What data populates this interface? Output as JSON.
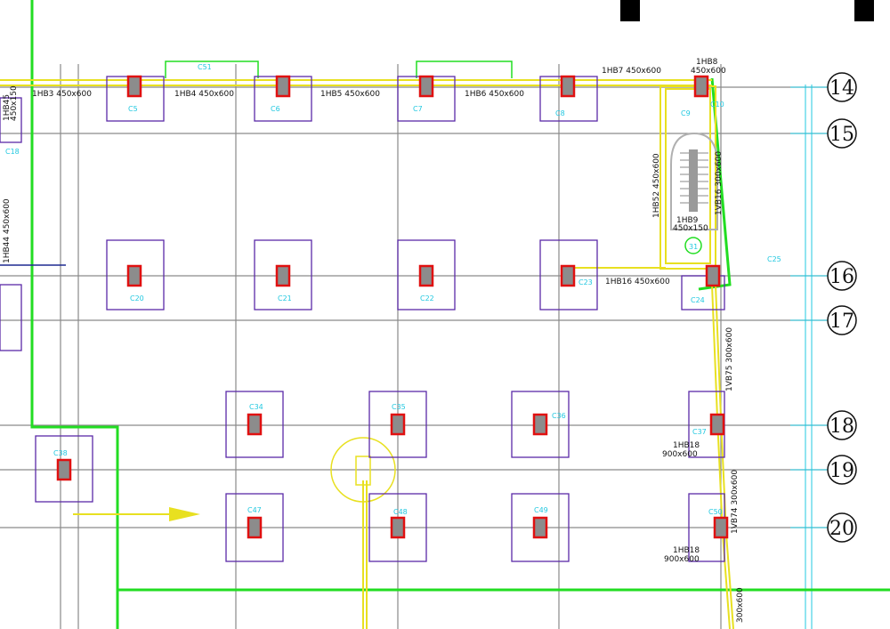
{
  "grid_labels": [
    "14",
    "15",
    "16",
    "17",
    "18",
    "19",
    "20"
  ],
  "columns": [
    {
      "label": "C5"
    },
    {
      "label": "C6"
    },
    {
      "label": "C7"
    },
    {
      "label": "C8"
    },
    {
      "label": "C9"
    },
    {
      "label": "C10"
    },
    {
      "label": "C18"
    },
    {
      "label": "C20"
    },
    {
      "label": "C21"
    },
    {
      "label": "C22"
    },
    {
      "label": "C23"
    },
    {
      "label": "C24"
    },
    {
      "label": "C25"
    },
    {
      "label": "C34"
    },
    {
      "label": "C35"
    },
    {
      "label": "C36"
    },
    {
      "label": "C37"
    },
    {
      "label": "C38"
    },
    {
      "label": "C47"
    },
    {
      "label": "C48"
    },
    {
      "label": "C49"
    },
    {
      "label": "C50"
    },
    {
      "label": "C51"
    },
    {
      "label": "31"
    }
  ],
  "beam_labels": {
    "b1": "1HB3 450x600",
    "b2": "1HB4 450x600",
    "b3": "1HB5 450x600",
    "b4": "1HB6 450x600",
    "b5": "1HB7 450x600",
    "b6": "1HB8",
    "b6b": "450x600",
    "b7": "1HB16 450x600",
    "b8": "1HB44 450x600",
    "b9": "1HB52 450x600",
    "b10": "1VB16 300x600",
    "b11": "1HB9",
    "b11b": "450x150",
    "b12": "1VB75 300x600",
    "b13": "1HB18",
    "b13b": "900x600",
    "b14": "1VB74 300x600",
    "b15": "1HB18",
    "b15b": "900x600",
    "b16": "300x600",
    "b17": "1HB45",
    "b17b": "450x150"
  }
}
